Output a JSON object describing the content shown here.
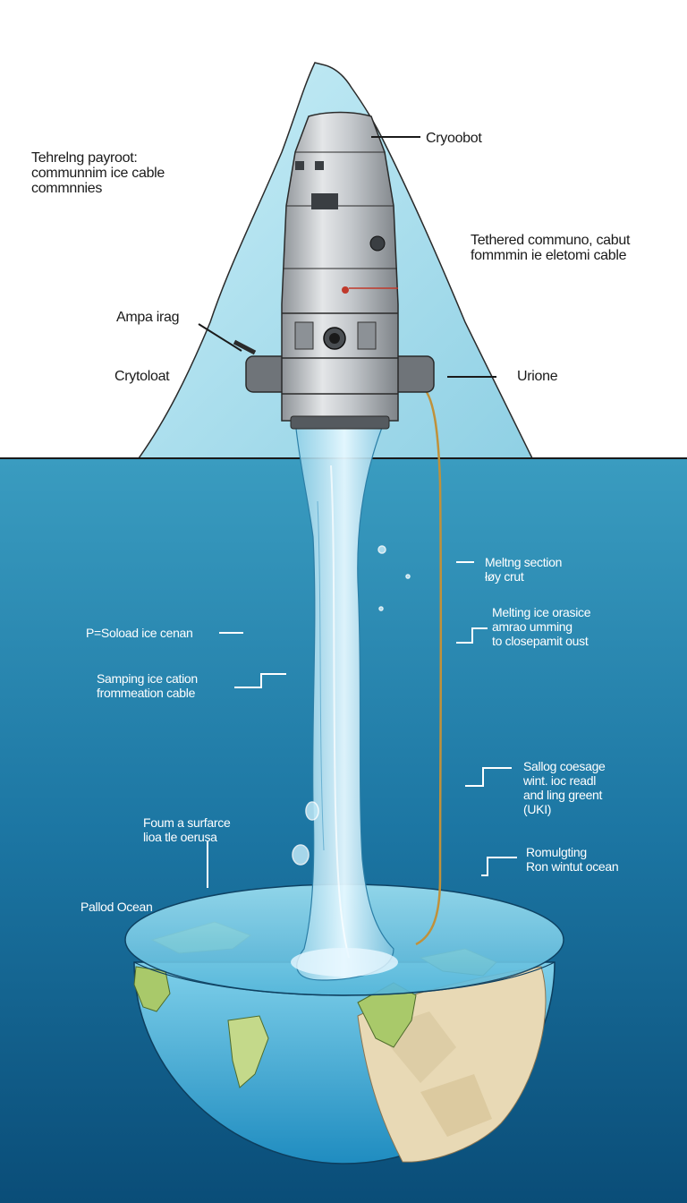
{
  "colors": {
    "sky": "#ffffff",
    "ice": "#a9ddeb",
    "ocean_top": "#3a9cc0",
    "ocean_bottom": "#0a4d78",
    "water_jet": "#c8ecf8",
    "probe_body": "#b9bdc2",
    "cable": "#c0913a",
    "land": "#a9c96a",
    "rock": "#e6d7b4"
  },
  "labels": {
    "cryobot": "Cryoobot",
    "tether_left": [
      "Tehrelng payroot:",
      "communnim ice cable",
      "commnnies"
    ],
    "tether_right": [
      "Tethered communo, cabut",
      "fommmin ie eletomi cable"
    ],
    "ampa": "Ampa irag",
    "cryoloat": "Crytoloat",
    "urione": "Urione",
    "melting_section": [
      "Meltng section",
      "łøy crut"
    ],
    "melting_ice": [
      "Melting ice orasice",
      "amrao umming",
      "to closepamit oust"
    ],
    "psoload": "P=Soload ice cenan",
    "samping": [
      "Samping  ice cation",
      "frommeation cable"
    ],
    "sallog": [
      "Sallog coesage",
      "wint. ioc readl",
      "and ling greent",
      "(UKI)"
    ],
    "foum": [
      "Foum a surfarce",
      "lioa    tle oerusa"
    ],
    "romulgting": [
      "Romulgting",
      "Ron wintut ocean"
    ],
    "pallod_ocean": "Pallod Ocean"
  }
}
